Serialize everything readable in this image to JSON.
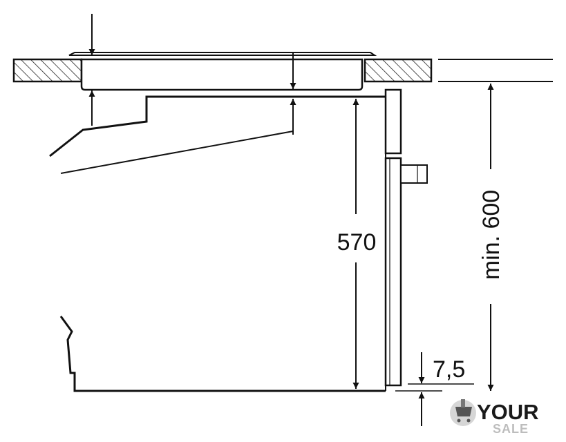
{
  "diagram": {
    "dimensions": {
      "height_label": "570",
      "min_label": "min. 600",
      "gap_label": "7,5"
    },
    "colors": {
      "line": "#111111",
      "hatch": "#222222",
      "background": "#ffffff",
      "watermark_dark": "#1a1a1a",
      "watermark_light": "#bdbdbd"
    }
  },
  "watermark": {
    "line1": "YOUR",
    "line2": "SALE",
    "icon": "cart-hand-icon"
  }
}
